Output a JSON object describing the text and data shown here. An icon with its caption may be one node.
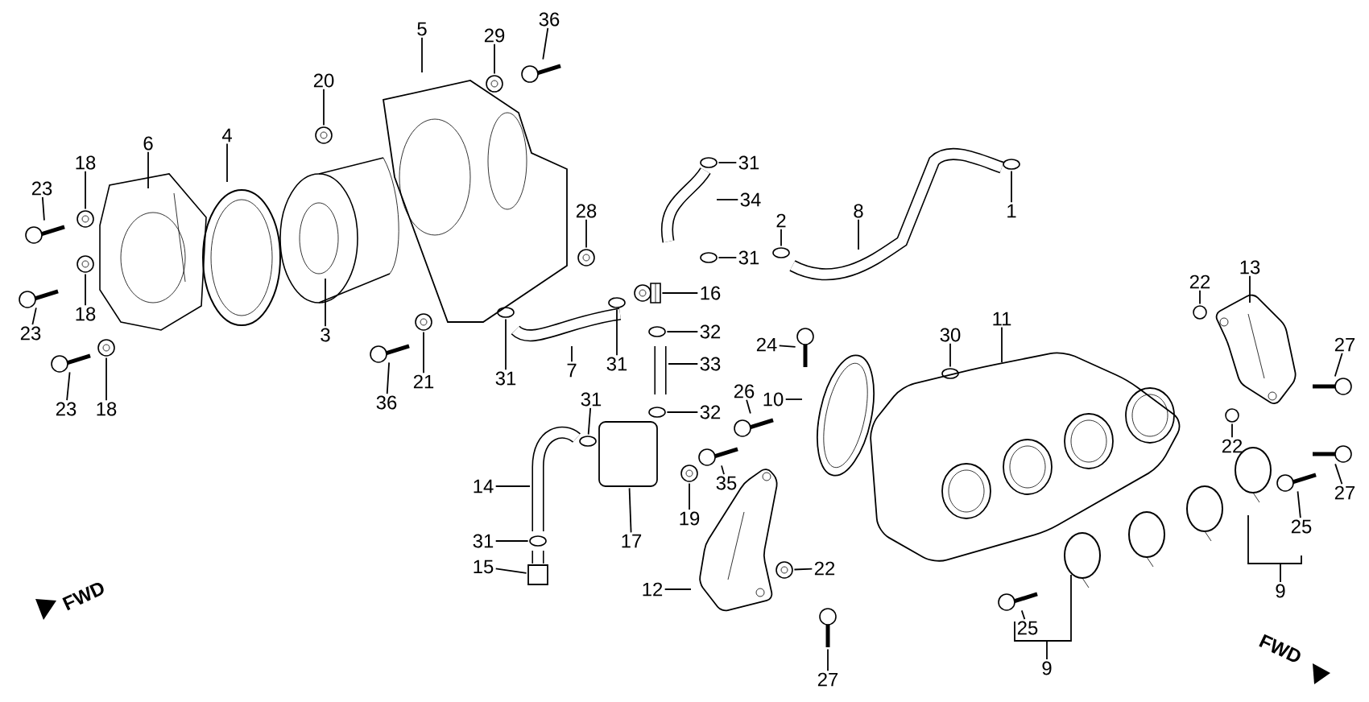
{
  "diagram": {
    "nodes": [
      {
        "text": [
          "36"
        ]
      },
      {
        "text": [
          "5"
        ]
      },
      {
        "text": [
          "29"
        ]
      },
      {
        "text": [
          "20"
        ]
      },
      {
        "text": [
          "6"
        ]
      },
      {
        "text": [
          "4"
        ]
      },
      {
        "text": [
          "31"
        ]
      },
      {
        "text": [
          "34"
        ]
      },
      {
        "text": [
          "8"
        ]
      },
      {
        "text": [
          "2"
        ]
      },
      {
        "text": [
          "1"
        ]
      },
      {
        "text": [
          "18"
        ]
      },
      {
        "text": [
          "23"
        ]
      },
      {
        "text": [
          "28"
        ]
      },
      {
        "text": [
          "31"
        ]
      },
      {
        "text": [
          "16"
        ]
      },
      {
        "text": [
          "13"
        ]
      },
      {
        "text": [
          "22"
        ]
      },
      {
        "text": [
          "18"
        ]
      },
      {
        "text": [
          "23"
        ]
      },
      {
        "text": [
          "3"
        ]
      },
      {
        "text": [
          "7"
        ]
      },
      {
        "text": [
          "32"
        ]
      },
      {
        "text": [
          "31"
        ]
      },
      {
        "text": [
          "31"
        ]
      },
      {
        "text": [
          "24"
        ]
      },
      {
        "text": [
          "30"
        ]
      },
      {
        "text": [
          "11"
        ]
      },
      {
        "text": [
          "27"
        ]
      },
      {
        "text": [
          "36"
        ]
      },
      {
        "text": [
          "21"
        ]
      },
      {
        "text": [
          "33"
        ]
      },
      {
        "text": [
          "23"
        ]
      },
      {
        "text": [
          "18"
        ]
      },
      {
        "text": [
          "10"
        ]
      },
      {
        "text": [
          "26"
        ]
      },
      {
        "text": [
          "32"
        ]
      },
      {
        "text": [
          "31"
        ]
      },
      {
        "text": [
          "22"
        ]
      },
      {
        "text": [
          "27"
        ]
      },
      {
        "text": [
          "35"
        ]
      },
      {
        "text": [
          "14"
        ]
      },
      {
        "text": [
          "25"
        ]
      },
      {
        "text": [
          "19"
        ]
      },
      {
        "text": [
          "17"
        ]
      },
      {
        "text": [
          "31"
        ]
      },
      {
        "text": [
          "9"
        ]
      },
      {
        "text": [
          "15"
        ]
      },
      {
        "text": [
          "12"
        ]
      },
      {
        "text": [
          "22"
        ]
      },
      {
        "text": [
          "25"
        ]
      },
      {
        "text": [
          "9"
        ]
      },
      {
        "text": [
          "27"
        ]
      },
      {
        "text": [],
        "shape": "picture"
      },
      {
        "text": [],
        "shape": "picture"
      },
      {
        "text": [],
        "shape": "picture"
      },
      {
        "text": [],
        "shape": "circle"
      },
      {
        "text": [],
        "shape": "circle"
      },
      {
        "text": [],
        "shape": "circle"
      },
      {
        "text": [],
        "shape": "picture"
      },
      {
        "text": [],
        "shape": "picture"
      },
      {
        "text": [],
        "shape": "picture"
      },
      {
        "text": [],
        "shape": "circle"
      },
      {
        "text": [],
        "shape": "picture"
      },
      {
        "text": [],
        "shape": "circle"
      },
      {
        "text": [],
        "shape": "picture"
      },
      {
        "text": [],
        "shape": "picture"
      },
      {
        "text": [],
        "shape": "circle"
      },
      {
        "text": [],
        "shape": "circle"
      },
      {
        "text": [],
        "shape": "circle"
      },
      {
        "text": [],
        "shape": "picture"
      },
      {
        "text": [],
        "shape": "circle"
      },
      {
        "text": [],
        "shape": "picture"
      },
      {
        "text": [],
        "shape": "picture"
      },
      {
        "text": [],
        "shape": "picture"
      },
      {
        "text": [],
        "shape": "picture"
      },
      {
        "text": [],
        "shape": "picture"
      },
      {
        "text": [],
        "shape": "picture"
      },
      {
        "text": [],
        "shape": "circle"
      },
      {
        "text": [],
        "shape": "circle"
      },
      {
        "text": [],
        "shape": "circle"
      },
      {
        "text": [],
        "shape": "picture"
      },
      {
        "text": [],
        "shape": "picture"
      },
      {
        "text": [],
        "shape": "picture"
      },
      {
        "text": [],
        "shape": "picture"
      },
      {
        "text": [],
        "shape": "box"
      },
      {
        "text": [],
        "shape": "circle"
      },
      {
        "text": [],
        "shape": "box"
      },
      {
        "text": [],
        "shape": "picture"
      },
      {
        "text": [],
        "shape": "picture"
      },
      {
        "text": [],
        "shape": "picture"
      }
    ],
    "edges": [
      {
        "from": 0,
        "to": 53,
        "arrow": "none"
      },
      {
        "from": 1,
        "to": null,
        "arrow": "none"
      },
      {
        "from": 2,
        "to": 54,
        "arrow": "none"
      },
      {
        "from": 3,
        "to": 55,
        "arrow": "none"
      },
      {
        "from": 4,
        "to": null,
        "arrow": "none"
      },
      {
        "from": 5,
        "to": null,
        "arrow": "none"
      },
      {
        "from": 6,
        "to": 56,
        "arrow": "none"
      },
      {
        "from": 7,
        "to": null,
        "arrow": "none"
      },
      {
        "from": 8,
        "to": null,
        "arrow": "none"
      },
      {
        "from": 9,
        "to": 57,
        "arrow": "none"
      },
      {
        "from": 10,
        "to": 58,
        "arrow": "none"
      },
      {
        "from": 11,
        "to": 59,
        "arrow": "none"
      },
      {
        "from": 12,
        "to": 60,
        "arrow": "none"
      },
      {
        "from": 13,
        "to": 61,
        "arrow": "none"
      },
      {
        "from": 14,
        "to": 62,
        "arrow": "none"
      },
      {
        "from": 15,
        "to": 63,
        "arrow": "none"
      },
      {
        "from": 16,
        "to": null,
        "arrow": "none"
      },
      {
        "from": 17,
        "to": 64,
        "arrow": "none"
      },
      {
        "from": 18,
        "to": 65,
        "arrow": "none"
      },
      {
        "from": 19,
        "to": 66,
        "arrow": "none"
      },
      {
        "from": 20,
        "to": null,
        "arrow": "none"
      },
      {
        "from": 21,
        "to": null,
        "arrow": "none"
      },
      {
        "from": 22,
        "to": 67,
        "arrow": "none"
      },
      {
        "from": 23,
        "to": 68,
        "arrow": "none"
      },
      {
        "from": 24,
        "to": 69,
        "arrow": "none"
      },
      {
        "from": 25,
        "to": 70,
        "arrow": "none"
      },
      {
        "from": 26,
        "to": 71,
        "arrow": "none"
      },
      {
        "from": 27,
        "to": null,
        "arrow": "none"
      },
      {
        "from": 28,
        "to": 72,
        "arrow": "none"
      },
      {
        "from": 29,
        "to": 73,
        "arrow": "none"
      },
      {
        "from": 30,
        "to": 74,
        "arrow": "none"
      },
      {
        "from": 31,
        "to": null,
        "arrow": "none"
      },
      {
        "from": 32,
        "to": 75,
        "arrow": "none"
      },
      {
        "from": 33,
        "to": 76,
        "arrow": "none"
      },
      {
        "from": 34,
        "to": null,
        "arrow": "none"
      },
      {
        "from": 35,
        "to": 77,
        "arrow": "none"
      },
      {
        "from": 36,
        "to": 78,
        "arrow": "none"
      },
      {
        "from": 37,
        "to": 79,
        "arrow": "none"
      },
      {
        "from": 38,
        "to": 80,
        "arrow": "none"
      },
      {
        "from": 39,
        "to": 81,
        "arrow": "none"
      },
      {
        "from": 40,
        "to": 82,
        "arrow": "none"
      },
      {
        "from": 41,
        "to": null,
        "arrow": "none"
      },
      {
        "from": 42,
        "to": 83,
        "arrow": "none"
      },
      {
        "from": 43,
        "to": 84,
        "arrow": "none"
      },
      {
        "from": 44,
        "to": 85,
        "arrow": "none"
      },
      {
        "from": 45,
        "to": 86,
        "arrow": "none"
      },
      {
        "from": 46,
        "to": null,
        "arrow": "none"
      },
      {
        "from": 47,
        "to": 87,
        "arrow": "none"
      },
      {
        "from": 48,
        "to": null,
        "arrow": "none"
      },
      {
        "from": 49,
        "to": 88,
        "arrow": "none"
      },
      {
        "from": 50,
        "to": 89,
        "arrow": "none"
      },
      {
        "from": 51,
        "to": null,
        "arrow": "none"
      },
      {
        "from": 52,
        "to": 90,
        "arrow": "none"
      }
    ],
    "labels": [
      "FWD",
      "FWD"
    ]
  }
}
